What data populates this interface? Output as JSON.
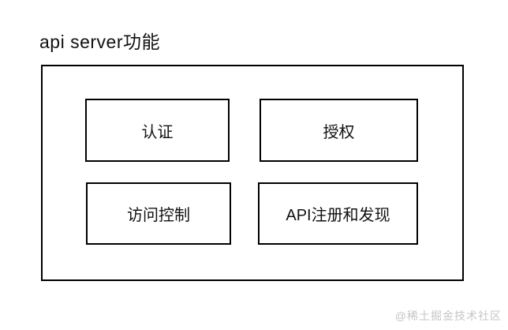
{
  "title": "api server功能",
  "diagram": {
    "boxes": [
      {
        "label": "认证"
      },
      {
        "label": "授权"
      },
      {
        "label": "访问控制"
      },
      {
        "label": "API注册和发现"
      }
    ]
  },
  "watermark": "@稀土掘金技术社区",
  "colors": {
    "background": "#ffffff",
    "border": "#000000",
    "text": "#111111",
    "watermark": "#c6c6c6"
  }
}
